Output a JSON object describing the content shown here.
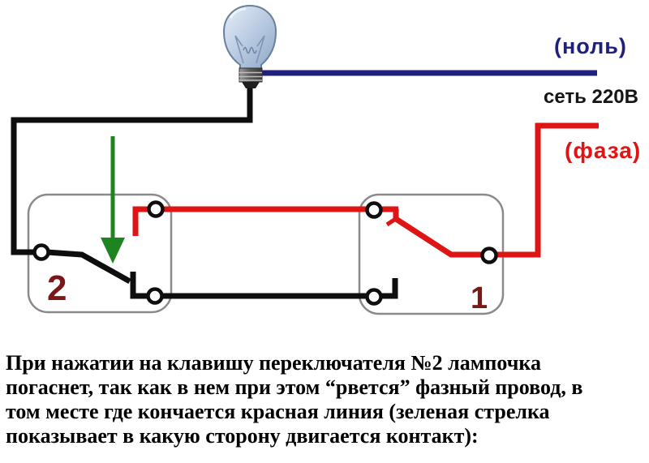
{
  "diagram": {
    "labels": {
      "neutral": "(ноль)",
      "mains": "сеть 220В",
      "phase": "(фаза)",
      "switch_left_number": "2",
      "switch_right_number": "1"
    },
    "caption": {
      "lines": [
        "При нажатии на клавишу переключателя №2 лампочка",
        "погаснет, так как в нем при этом “рвется” фазный провод, в",
        "том месте где кончается красная линия (зеленая стрелка",
        "показывает в какую сторону двигается контакт):"
      ]
    },
    "colors": {
      "neutral_wire": "#20207d",
      "phase_wire": "#df1414",
      "lamp_wire": "#0e0e0e",
      "arrow_green": "#1e8420",
      "switch_number": "#7b1717",
      "box_border": "#8a8a8a",
      "mains_text": "#151515"
    }
  }
}
